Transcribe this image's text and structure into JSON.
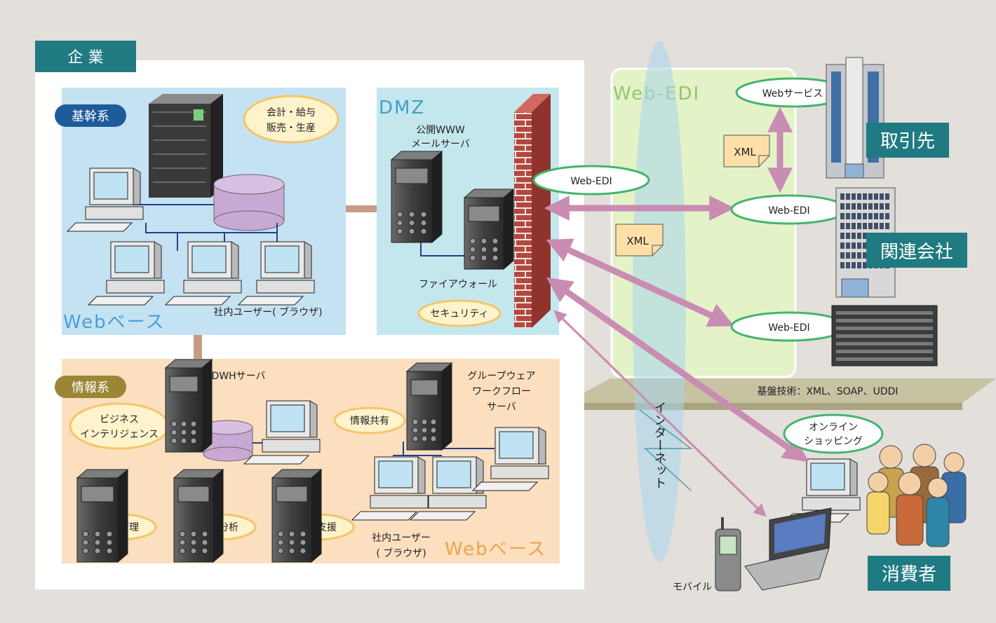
{
  "enterprise": {
    "title": "企 業"
  },
  "core": {
    "tag": "基幹系",
    "bubble": [
      "会計・給与",
      "販売・生産"
    ],
    "web_base": "Webベース",
    "users_label": "社内ユーザー( ブラウザ)"
  },
  "dmz": {
    "title": "DMZ",
    "server_label": [
      "公開WWW",
      "メールサーバ"
    ],
    "firewall_label": "ファイアウォール",
    "security_bubble": "セキュリティ"
  },
  "info": {
    "tag": "情報系",
    "dwh_label": "DWHサーバ",
    "bi_bubble": [
      "ビジネス",
      "インテリジェンス"
    ],
    "share_bubble": "情報共有",
    "groupware_label": [
      "グループウェア",
      "ワークフロー",
      "サーバ"
    ],
    "ops_bubble": "運用管理",
    "mgmt_bubble": "経営分析",
    "sales_bubble": "営業支援",
    "users_label": [
      "社内ユーザー",
      "( ブラウザ)"
    ],
    "web_base": "Webベース"
  },
  "webedi": {
    "title": "Web-EDI",
    "webservice_bubble": "Webサービス",
    "edi_bubble_fw": "Web-EDI",
    "edi_bubble_affiliate": "Web-EDI",
    "edi_bubble_third": "Web-EDI",
    "xml_note_top": "XML",
    "xml_note_mid": "XML",
    "platform": "基盤技術：XML、SOAP、UDDI"
  },
  "internet": {
    "label": "インターネット"
  },
  "partners": {
    "supplier": "取引先",
    "affiliate": "関連会社",
    "consumer": "消費者"
  },
  "consumer_side": {
    "shopping_bubble": [
      "オンライン",
      "ショッピング"
    ],
    "mobile_label": "モバイル"
  },
  "colors": {
    "teal": "#1f7a82",
    "navy_tag": "#1f5a9a",
    "olive_tag": "#9a8635",
    "core_bg": "#c5e2f3",
    "dmz_bg": "#c4e7ee",
    "info_bg": "#fbdfbf",
    "arrow": "#c98cb2",
    "bubble_green": "#43b56d",
    "bubble_cream": "#fff3cb"
  }
}
